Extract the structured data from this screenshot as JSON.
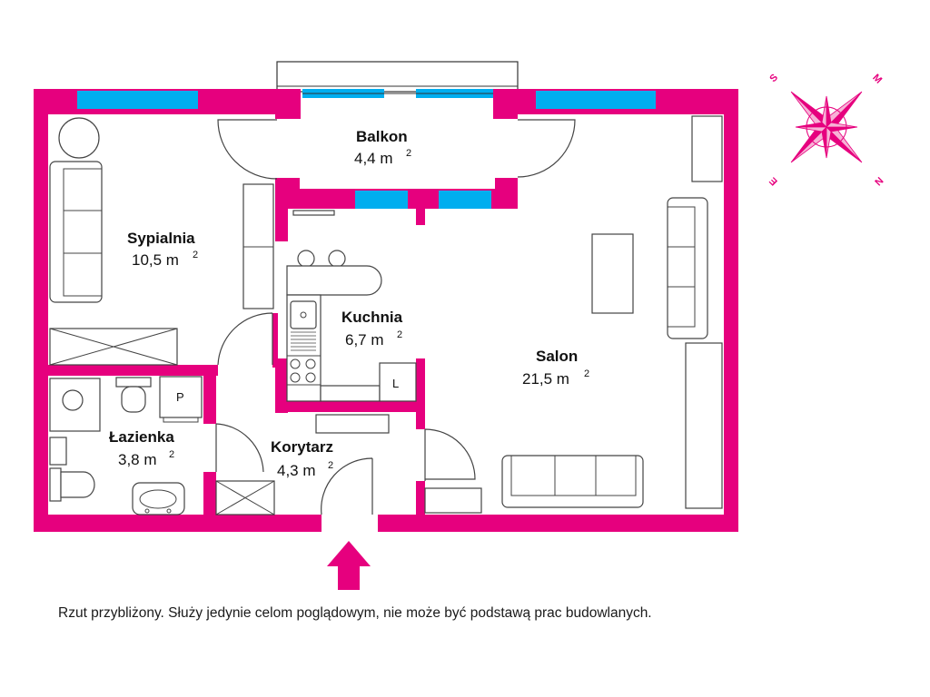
{
  "colors": {
    "wall": "#e6007e",
    "window": "#00aeef",
    "furniture_stroke": "#444444",
    "compass": "#e6007e"
  },
  "rooms": {
    "balkon": {
      "name": "Balkon",
      "area": "4,4 m",
      "unit_exp": "2"
    },
    "sypialnia": {
      "name": "Sypialnia",
      "area": "10,5 m",
      "unit_exp": "2"
    },
    "kuchnia": {
      "name": "Kuchnia",
      "area": "6,7 m",
      "unit_exp": "2"
    },
    "salon": {
      "name": "Salon",
      "area": "21,5 m",
      "unit_exp": "2"
    },
    "lazienka": {
      "name": "Łazienka",
      "area": "3,8 m",
      "unit_exp": "2"
    },
    "korytarz": {
      "name": "Korytarz",
      "area": "4,3 m",
      "unit_exp": "2"
    }
  },
  "fixtures": {
    "p_label": "P",
    "l_label": "L"
  },
  "compass": {
    "letters": [
      "S",
      "M",
      "E",
      "N"
    ],
    "icon": "compass-rose-icon"
  },
  "entrance": {
    "icon": "entrance-arrow-icon"
  },
  "disclaimer": "Rzut przybliżony. Służy jedynie celom poglądowym, nie może być podstawą prac budowlanych."
}
